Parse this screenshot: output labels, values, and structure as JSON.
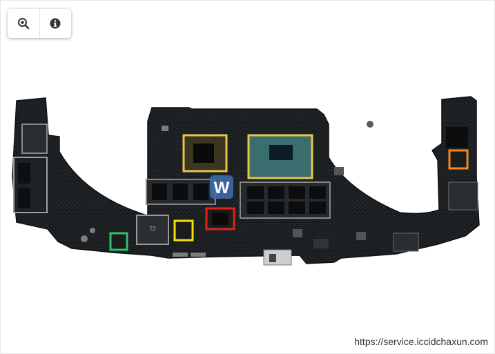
{
  "toolbar": {
    "zoom_icon": "zoom-in-icon",
    "info_icon": "info-icon"
  },
  "board": {
    "chip_label_t2": "T2",
    "logo_letter": "W"
  },
  "highlights": {
    "colors": {
      "gold": "#e8c64a",
      "orange": "#f08a1c",
      "yellow": "#f2e205",
      "red": "#e2231a",
      "green": "#29c46a"
    }
  },
  "footer": {
    "url": "https://service.iccidchaxun.com"
  }
}
